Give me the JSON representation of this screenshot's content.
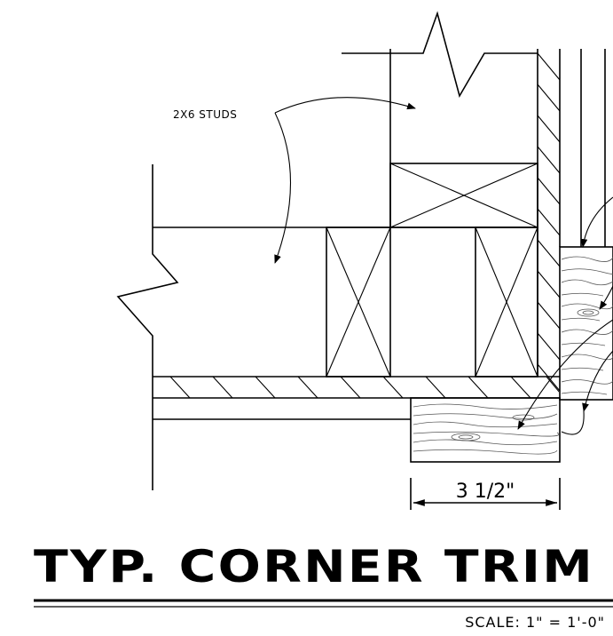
{
  "drawing": {
    "callout_studs": "2X6 STUDS",
    "dimension": "3 1/2\"",
    "title": "TYP. CORNER TRIM",
    "scale": "SCALE: 1\" = 1'-0\""
  }
}
